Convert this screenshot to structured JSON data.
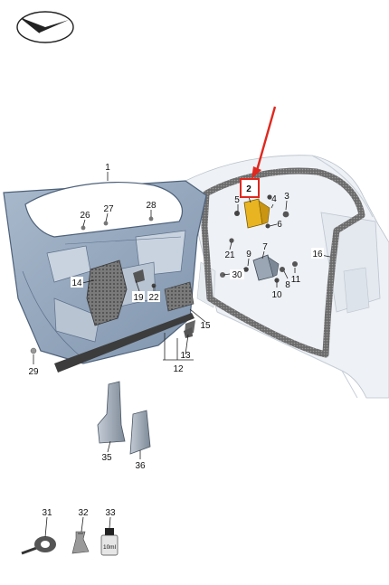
{
  "diagram": {
    "callouts": {
      "c1": "1",
      "c2": "2",
      "c3": "3",
      "c4": "4",
      "c5": "5",
      "c6": "6",
      "c7": "7",
      "c8": "8",
      "c9": "9",
      "c10": "10",
      "c11": "11",
      "c12": "12",
      "c13": "13",
      "c14": "14",
      "c15": "15",
      "c16": "16",
      "c19": "19",
      "c21": "21",
      "c22": "22",
      "c26": "26",
      "c27": "27",
      "c28": "28",
      "c29": "29",
      "c30": "30",
      "c31": "31",
      "c32": "32",
      "c33": "33",
      "c35": "35",
      "c36": "36"
    },
    "bottle_label": "10ml",
    "highlight_color": "#e0281e",
    "hinge_color": "#e8b422",
    "seal_color": "#555555",
    "door_color": "#8fa3ba"
  }
}
